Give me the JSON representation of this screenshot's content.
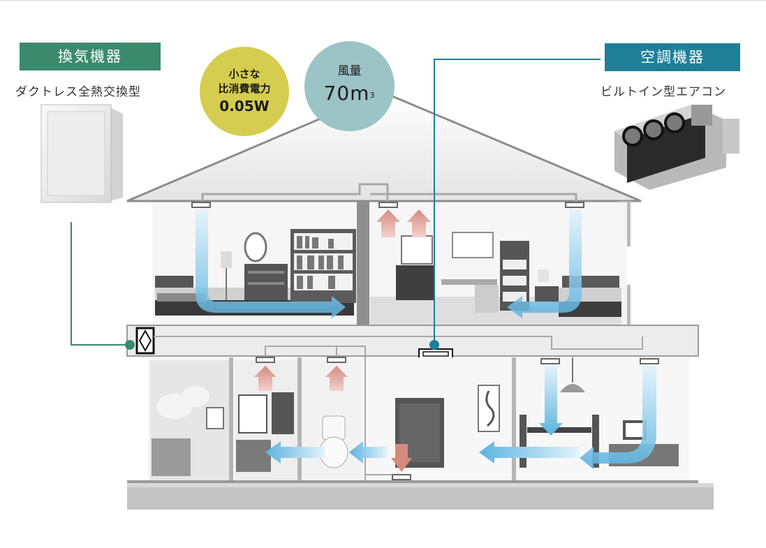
{
  "ventilation": {
    "heading": "換気機器",
    "subtitle": "ダクトレス全熱交換型"
  },
  "air_conditioning": {
    "heading": "空調機器",
    "subtitle": "ビルトイン型エアコン"
  },
  "power_badge": {
    "line1": "小さな",
    "line2": "比消費電力",
    "value": "0.05W"
  },
  "airflow_badge": {
    "label": "風量",
    "value": "70",
    "unit": "m",
    "unit_sup": "3"
  },
  "colors": {
    "ventilation_accent": "#3b8a6e",
    "ac_accent": "#1f7f96",
    "power_circle": "#d5cd4f",
    "airflow_circle": "#9cc3c5",
    "cool_air_arrow": "#7cc6e8",
    "exhaust_arrow": "#d9958c"
  }
}
